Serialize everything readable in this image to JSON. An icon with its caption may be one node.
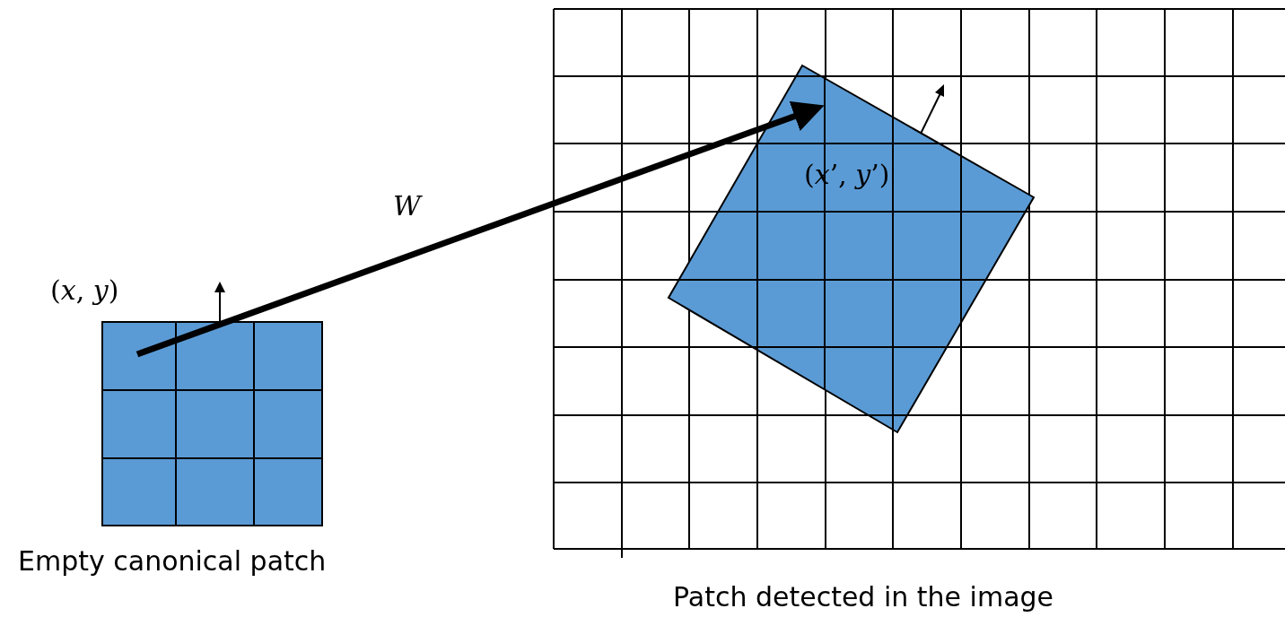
{
  "diagram": {
    "nodes": [
      {
        "text": [
          "(*x*, *y*)"
        ],
        "beside": [
          "Empty canonical patch"
        ]
      },
      {
        "text": [],
        "shape": "box",
        "beside": [
          "Patch detected in the image"
        ]
      },
      {
        "text": [
          "(*x*’, *y*’)"
        ],
        "in": 1
      }
    ],
    "edges": [
      {
        "from": 0,
        "to": 2,
        "arrow": "to",
        "label": "W"
      }
    ]
  }
}
